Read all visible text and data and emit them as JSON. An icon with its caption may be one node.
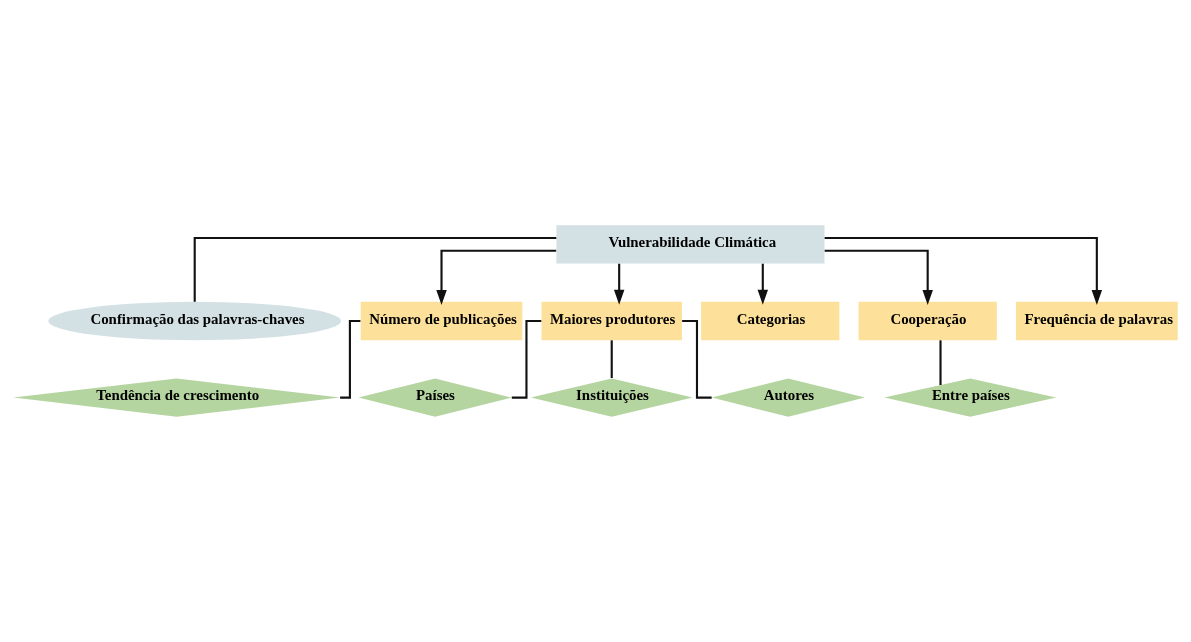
{
  "diagram": {
    "nodes": [
      {
        "text": [
          "Vulnerabilidade Climática"
        ]
      },
      {
        "text": [
          "Confirmação das palavras-chaves"
        ]
      },
      {
        "text": [
          "Número de publicações"
        ]
      },
      {
        "text": [
          "Maiores produtores"
        ]
      },
      {
        "text": [
          "Categorias"
        ]
      },
      {
        "text": [
          "Cooperação"
        ]
      },
      {
        "text": [
          "Frequência de palavras"
        ]
      },
      {
        "text": [
          "Tendência de crescimento"
        ]
      },
      {
        "text": [
          "Países"
        ]
      },
      {
        "text": [
          "Instituições"
        ]
      },
      {
        "text": [
          "Autores"
        ]
      },
      {
        "text": [
          "Entre países"
        ]
      }
    ],
    "edges": [
      {
        "from": 0,
        "to": 1,
        "arrow": "none"
      },
      {
        "from": 0,
        "to": 2,
        "arrow": "to"
      },
      {
        "from": 0,
        "to": 3,
        "arrow": "to"
      },
      {
        "from": 0,
        "to": 4,
        "arrow": "to"
      },
      {
        "from": 0,
        "to": 5,
        "arrow": "to"
      },
      {
        "from": 0,
        "to": 6,
        "arrow": "to"
      },
      {
        "from": 2,
        "to": 7,
        "arrow": "none"
      },
      {
        "from": 3,
        "to": 8,
        "arrow": "none"
      },
      {
        "from": 3,
        "to": 9,
        "arrow": "none"
      },
      {
        "from": 3,
        "to": 10,
        "arrow": "none"
      },
      {
        "from": 5,
        "to": 11,
        "arrow": "none"
      }
    ]
  }
}
